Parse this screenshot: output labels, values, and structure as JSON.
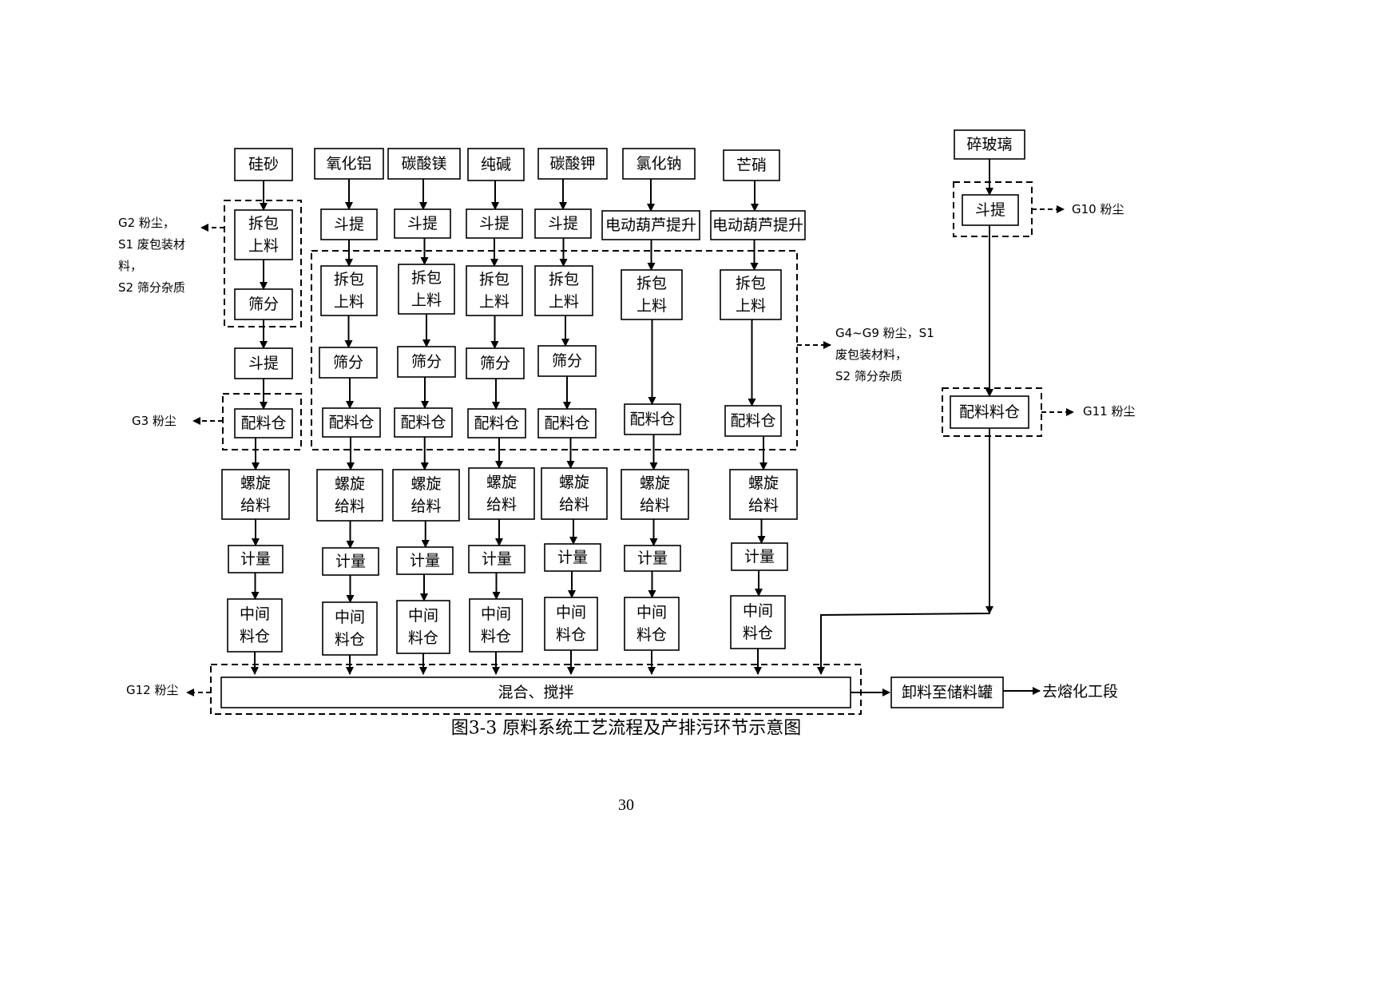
{
  "diagram": {
    "caption": "图3-3  原料系统工艺流程及产排污环节示意图",
    "page_number": "30",
    "columns": [
      {
        "id": "c1",
        "raw": "硅砂",
        "lift": null,
        "unpack": "拆包\n上料",
        "sieve": "筛分",
        "lift_after": "斗提",
        "bin": "配料仓",
        "screw": "螺旋\n给料",
        "meter": "计量",
        "mid": "中间\n料仓"
      },
      {
        "id": "c2",
        "raw": "氧化铝",
        "lift": "斗提",
        "unpack": "拆包\n上料",
        "sieve": "筛分",
        "bin": "配料仓",
        "screw": "螺旋\n给料",
        "meter": "计量",
        "mid": "中间\n料仓"
      },
      {
        "id": "c3",
        "raw": "碳酸镁",
        "lift": "斗提",
        "unpack": "拆包\n上料",
        "sieve": "筛分",
        "bin": "配料仓",
        "screw": "螺旋\n给料",
        "meter": "计量",
        "mid": "中间\n料仓"
      },
      {
        "id": "c4",
        "raw": "纯碱",
        "lift": "斗提",
        "unpack": "拆包\n上料",
        "sieve": "筛分",
        "bin": "配料仓",
        "screw": "螺旋\n给料",
        "meter": "计量",
        "mid": "中间\n料仓"
      },
      {
        "id": "c5",
        "raw": "碳酸钾",
        "lift": "斗提",
        "unpack": "拆包\n上料",
        "sieve": "筛分",
        "bin": "配料仓",
        "screw": "螺旋\n给料",
        "meter": "计量",
        "mid": "中间\n料仓"
      },
      {
        "id": "c6",
        "raw": "氯化钠",
        "lift": "电动葫芦提升",
        "unpack": "拆包\n上料",
        "sieve": null,
        "bin": "配料仓",
        "screw": "螺旋\n给料",
        "meter": "计量",
        "mid": "中间\n料仓"
      },
      {
        "id": "c7",
        "raw": "芒硝",
        "lift": "电动葫芦提升",
        "unpack": "拆包\n上料",
        "sieve": null,
        "bin": "配料仓",
        "screw": "螺旋\n给料",
        "meter": "计量",
        "mid": "中间\n料仓"
      }
    ],
    "cullet": {
      "raw": "碎玻璃",
      "lift": "斗提",
      "bin": "配料料仓"
    },
    "mix": "混合、搅拌",
    "unload": "卸料至储料罐",
    "destination": "去熔化工段",
    "emissions": {
      "g2": [
        "G2 粉尘，",
        "S1  废包装材",
        "料，",
        "S2 筛分杂质"
      ],
      "g3": "G3 粉尘",
      "g4_g9": [
        "G4~G9 粉尘，S1",
        "废包装材料，",
        "S2 筛分杂质"
      ],
      "g10": "G10 粉尘",
      "g11": "G11 粉尘",
      "g12": "G12 粉尘"
    }
  }
}
